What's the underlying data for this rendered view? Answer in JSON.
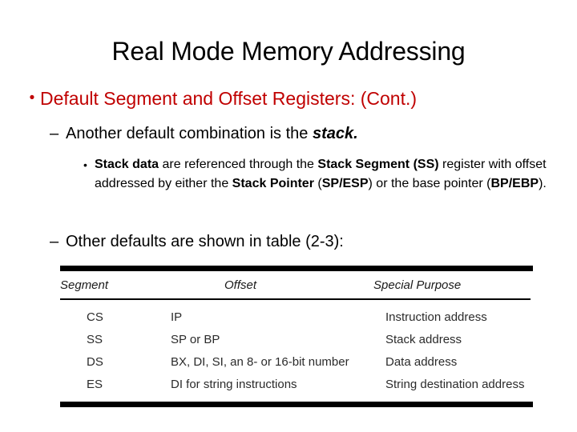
{
  "slide": {
    "title": "Real Mode Memory Addressing",
    "accent_color": "#C00000",
    "text_color": "#000000"
  },
  "level1": {
    "bullet_glyph": "•",
    "text": "Default Segment and Offset Registers: (Cont.)"
  },
  "level2_stack": {
    "dash_glyph": "–",
    "text_before": "Another default combination is the ",
    "emphasis": "stack."
  },
  "level3": {
    "bullet_glyph": "•",
    "segments": [
      {
        "text": "Stack data",
        "bold": true
      },
      {
        "text": " are referenced through the ",
        "bold": false
      },
      {
        "text": "Stack Segment (SS)",
        "bold": true
      },
      {
        "text": " register with offset addressed by either the ",
        "bold": false
      },
      {
        "text": "Stack Pointer",
        "bold": true
      },
      {
        "text": " (",
        "bold": false
      },
      {
        "text": "SP/ESP",
        "bold": true
      },
      {
        "text": ") or the base pointer (",
        "bold": false
      },
      {
        "text": "BP/EBP",
        "bold": true
      },
      {
        "text": ").",
        "bold": false
      }
    ]
  },
  "level2_other": {
    "dash_glyph": "–",
    "text": "Other defaults are shown in table (2-3):"
  },
  "table": {
    "headers": {
      "segment": "Segment",
      "offset": "Offset",
      "purpose": "Special Purpose"
    },
    "rows": [
      {
        "segment": "CS",
        "offset": "IP",
        "purpose": "Instruction address"
      },
      {
        "segment": "SS",
        "offset": "SP or BP",
        "purpose": "Stack address"
      },
      {
        "segment": "DS",
        "offset": "BX, DI, SI, an 8- or 16-bit number",
        "purpose": "Data address"
      },
      {
        "segment": "ES",
        "offset": "DI for string instructions",
        "purpose": "String destination address"
      }
    ]
  }
}
